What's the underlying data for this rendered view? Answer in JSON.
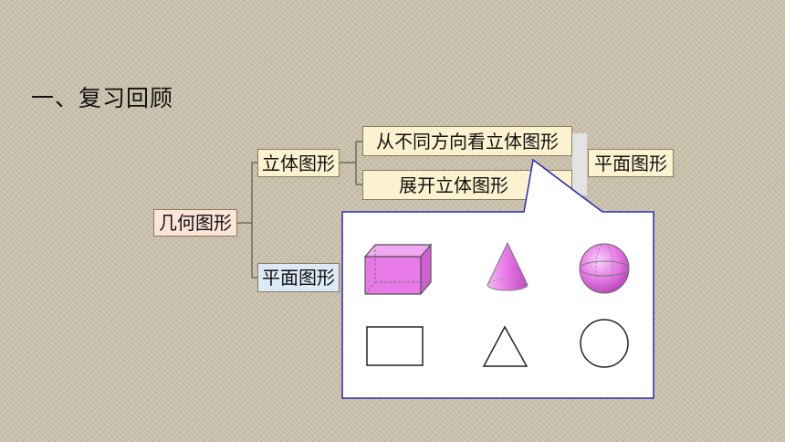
{
  "heading": "一、复习回顾",
  "diagram": {
    "root": "几何图形",
    "solid": "立体图形",
    "plane": "平面图形",
    "view_from_directions": "从不同方向看立体图形",
    "unfold_solid": "展开立体图形",
    "result_plane": "平面图形"
  },
  "callout": {
    "border_color": "#2b2bb5",
    "solids": [
      "cuboid",
      "cone",
      "sphere"
    ],
    "planes": [
      "rectangle",
      "triangle",
      "circle"
    ],
    "solid_color": "#e87ae8"
  }
}
